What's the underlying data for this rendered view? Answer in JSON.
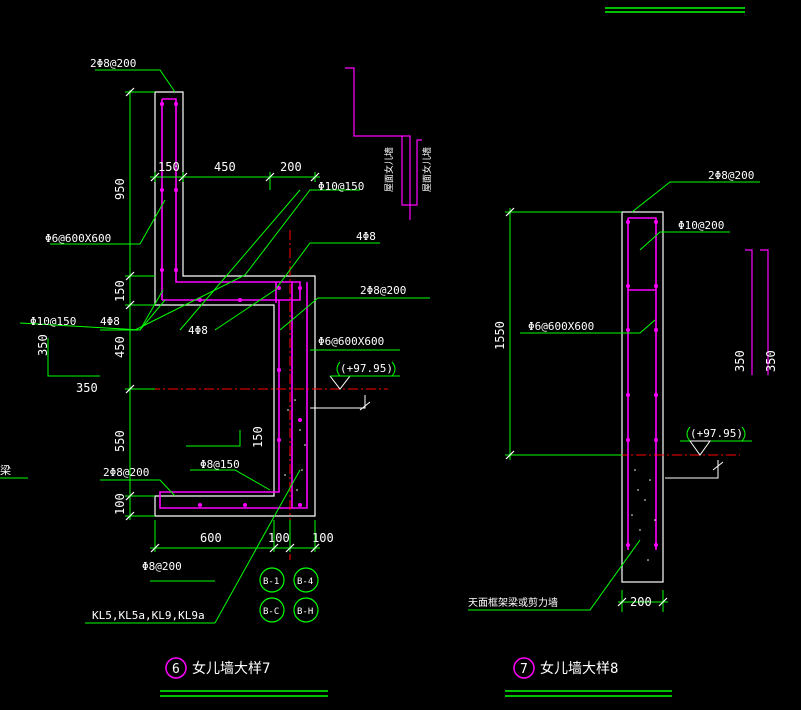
{
  "colors": {
    "background": "#000000",
    "outline": "#ffffff",
    "rebar": "#ff00ff",
    "leader": "#00ff00",
    "section_line": "#ff0000",
    "title_circle": "#ff00ff",
    "title_text": "#ffffff"
  },
  "detail7": {
    "label_2phi8_top": "2Φ8@200",
    "label_phi10_150_top": "Φ10@150",
    "label_4phi8_a": "4Φ8",
    "label_2phi8_mid": "2Φ8@200",
    "label_phi6_600_right": "Φ6@600X600",
    "label_elev": "(+97.95)",
    "label_phi6_600_left": "Φ6@600X600",
    "label_phi10_150_left": "Φ10@150",
    "label_4phi8_left": "4Φ8",
    "label_4phi8_bottom": "4Φ8",
    "label_phi8_150": "Φ8@150",
    "label_2phi8_bot": "2Φ8@200",
    "label_phi8_200": "Φ8@200",
    "label_beams": "KL5,KL5a,KL9,KL9a",
    "dim_950": "950",
    "dim_150a": "150",
    "dim_450v": "450",
    "dim_550": "550",
    "dim_100v": "100",
    "dim_150_top": "150",
    "dim_450_top": "450",
    "dim_200_top": "200",
    "dim_600": "600",
    "dim_100a": "100",
    "dim_100b": "100",
    "dim_150_inner": "150",
    "dim_350v": "350",
    "dim_350h": "350",
    "axis_b1": "B-1",
    "axis_b4": "B-4",
    "axis_bc": "B-C",
    "axis_b_h": "B-H",
    "title_num": "6",
    "title_text": "女儿墙大样7",
    "vertical_note_a": "屋面女儿墙",
    "vertical_note_b": "屋面女儿墙"
  },
  "detail8": {
    "label_2phi8_top": "2Φ8@200",
    "label_phi10_200": "Φ10@200",
    "label_phi6_600": "Φ6@600X600",
    "label_elev": "(+97.95)",
    "dim_1550": "1550",
    "dim_200": "200",
    "dim_350a": "350",
    "dim_350b": "350",
    "label_support": "天面框架梁或剪力墙",
    "title_num": "7",
    "title_text": "女儿墙大样8"
  },
  "edge_left_note": "梁"
}
